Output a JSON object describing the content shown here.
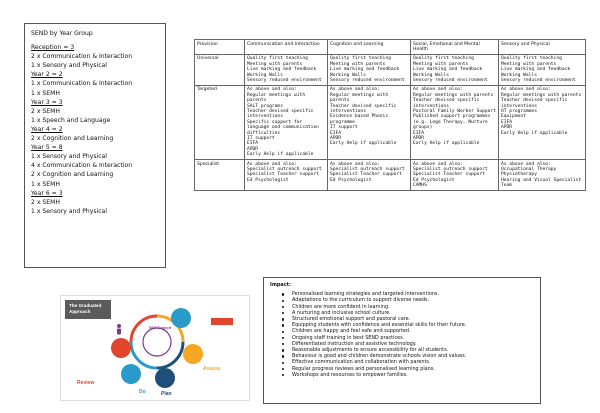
{
  "year_group": {
    "title": "SEND by Year Group",
    "entries": [
      {
        "text": "Reception = 3",
        "heading": true
      },
      {
        "text": "2 x Communication & Interaction",
        "heading": false
      },
      {
        "text": "1 x Sensory and Physical",
        "heading": false
      },
      {
        "text": "Year 2 = 2",
        "heading": true
      },
      {
        "text": "1 x Communication & Interaction",
        "heading": false
      },
      {
        "text": "1 x SEMH",
        "heading": false
      },
      {
        "text": "Year 3 = 3",
        "heading": true
      },
      {
        "text": "2 x SEMH",
        "heading": false
      },
      {
        "text": "1 x Speech and Language",
        "heading": false
      },
      {
        "text": "Year 4 = 2",
        "heading": true
      },
      {
        "text": "2 x Cognition and Learning",
        "heading": false
      },
      {
        "text": "Year 5 = 8",
        "heading": true
      },
      {
        "text": "1 x Sensory and Physical",
        "heading": false
      },
      {
        "text": "4 x Communication & Interaction",
        "heading": false
      },
      {
        "text": "2 x Cognition and Learning",
        "heading": false
      },
      {
        "text": "1 x SEMH",
        "heading": false
      },
      {
        "text": "Year 6 = 3",
        "heading": true
      },
      {
        "text": "2 x SEMH",
        "heading": false
      },
      {
        "text": "1 x Sensory and Physical",
        "heading": false
      }
    ]
  },
  "provision_table": {
    "headers": [
      "Provision",
      "Communication and Interaction",
      "Cognition and Learning",
      "Social, Emotional and Mental Health",
      "Sensory and Physical"
    ],
    "rows": [
      {
        "label": "Universal",
        "cells": [
          [
            "Quality first teaching",
            "Meeting with parents",
            "Live marking and feedback",
            "Working Walls",
            "Sensory reduced environment"
          ],
          [
            "Quality first teaching",
            "Meeting with parents",
            "Live marking and feedback",
            "Working Walls",
            "Sensory reduced environment"
          ],
          [
            "Quality first teaching",
            "Meeting with parents",
            "Live marking and feedback",
            "Working Walls",
            "Sensory reduced environment"
          ],
          [
            "Quality first teaching",
            "Meeting with parents",
            "Live marking and feedback",
            "Working Walls",
            "Sensory reduced environment"
          ]
        ]
      },
      {
        "label": "Targeted",
        "cells": [
          [
            "As above and also:",
            "Regular meetings with parents",
            "SALT programs",
            "Teacher devised specific interventions",
            "Specific support for language and communication difficulties",
            "IT support",
            "EIFA",
            "APDR",
            "Early Help if applicable"
          ],
          [
            "As above and also:",
            "Regular meetings with parents",
            "Teacher devised specific interventions",
            "Evidence based Phonic programme",
            "IT support",
            "EIFA",
            "APDR",
            "Early Help if applicable"
          ],
          [
            "As above and also:",
            "Regular meetings with parents",
            "Teacher devised specific interventions",
            "Pastoral Family Worker Support",
            "Published support programmes (e.g. Lego Therapy, Nurture groups)",
            "EIFA",
            "APDR",
            "Early Help if applicable"
          ],
          [
            "As above and also:",
            "Regular meetings with parents",
            "Teacher devised specific interventions",
            "OT programmes",
            "Equipment",
            "EIFA",
            "APDR",
            "Early Help if applicable"
          ]
        ]
      },
      {
        "label": "Specialist",
        "cells": [
          [
            "As above and also:",
            "Specialist outreach support",
            "Specialist Teacher support",
            "Ed Psychologist"
          ],
          [
            "As above and also:",
            "Specialist outreach support",
            "Specialist Teacher support",
            "Ed Psychologist"
          ],
          [
            "As above and also:",
            "Specialist outreach support",
            "Specialist Teacher support",
            "Ed Psychologist",
            "CAMHS"
          ],
          [
            "As above and also:",
            "Occupational Therapy",
            "Physiotherapy",
            "Hearing and Visual Specialist Team"
          ]
        ]
      }
    ]
  },
  "graduated_approach": {
    "title": "The Graduated Approach",
    "center_label": "SEN Support",
    "labels": [
      "Assess",
      "Plan",
      "Do",
      "Review"
    ],
    "colors": {
      "assess": "#f5a623",
      "plan": "#1e4f7a",
      "do": "#2a9ac9",
      "review": "#e2452e",
      "center": "#7a3b8f",
      "title_bg": "#5b5b5b"
    }
  },
  "impact": {
    "title": "Impact:",
    "items": [
      "Personalised learning strategies and targeted interventions.",
      "Adaptations to the curriculum to support diverse needs.",
      "Children are more confident in learning.",
      "A nurturing and inclusive school culture.",
      "Structured emotional support and pastoral care.",
      "Equipping students with confidence and essential skills for their future.",
      "Children are happy and feel safe and supported.",
      "Ongoing staff training in best SEND practices.",
      "Differentiated instruction and assistive technology.",
      "Reasonable adjustments to ensure accessibility for all students.",
      "Behaviour is good and children demonstrate schools vision and values.",
      "Effective communication and collaboration with parents.",
      "Regular progress reviews and personalised learning plans.",
      "Workshops and resources to empower families."
    ]
  }
}
